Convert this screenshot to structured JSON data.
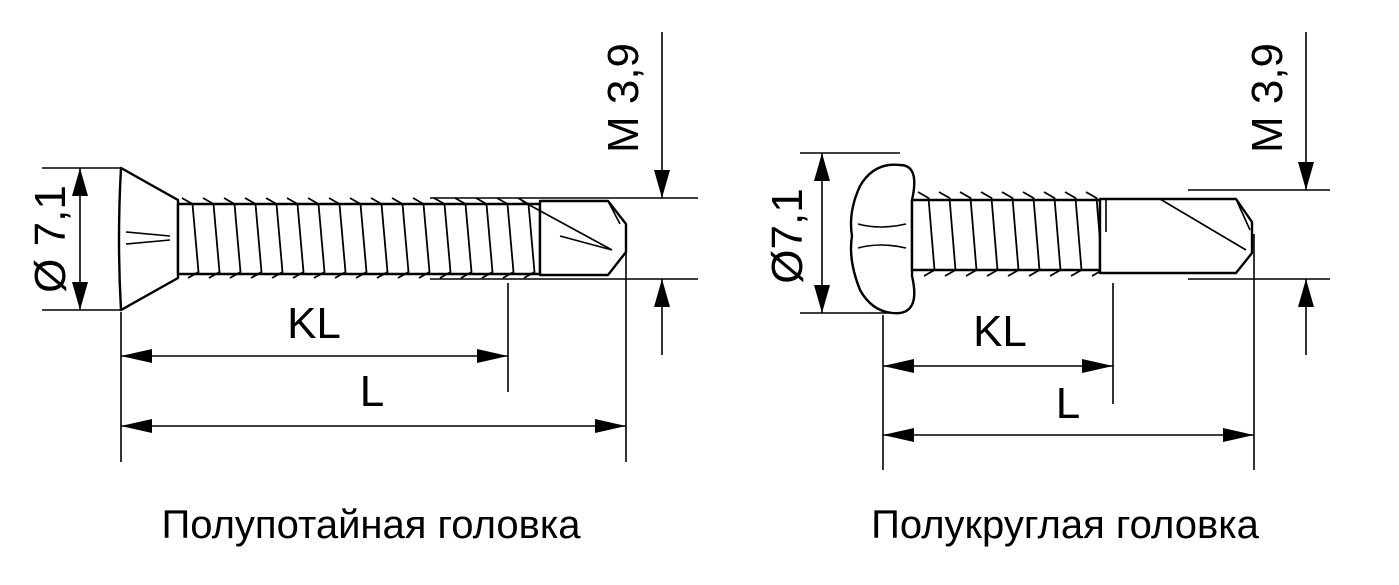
{
  "screws": [
    {
      "head_type": "countersunk",
      "diameter_label": "Ø 7,1",
      "thread_label": "M 3,9",
      "kl_label": "KL",
      "l_label": "L",
      "caption": "Полупотайная головка"
    },
    {
      "head_type": "pan",
      "diameter_label": "Ø7,1",
      "thread_label": "M 3,9",
      "kl_label": "KL",
      "l_label": "L",
      "caption": "Полукруглая головка"
    }
  ]
}
